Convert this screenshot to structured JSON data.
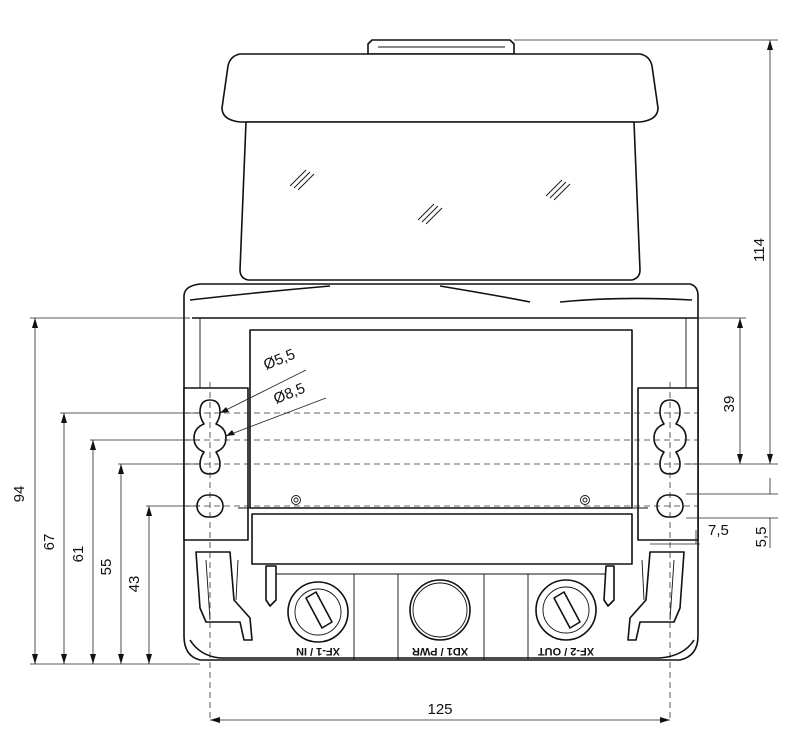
{
  "dimensions": {
    "overall_height": "114",
    "mount_height": "94",
    "hole_a": "67",
    "hole_b": "61",
    "hole_c": "55",
    "hole_d": "43",
    "top_offset": "39",
    "side_offset": "7,5",
    "lower_offset": "5,5",
    "width": "125",
    "small_hole_dia": "Ø5,5",
    "large_hole_dia": "Ø8,5"
  },
  "connectors": {
    "left": "XF-1 / IN",
    "middle": "XD1 / PWR",
    "right": "XF-2 / OUT"
  }
}
